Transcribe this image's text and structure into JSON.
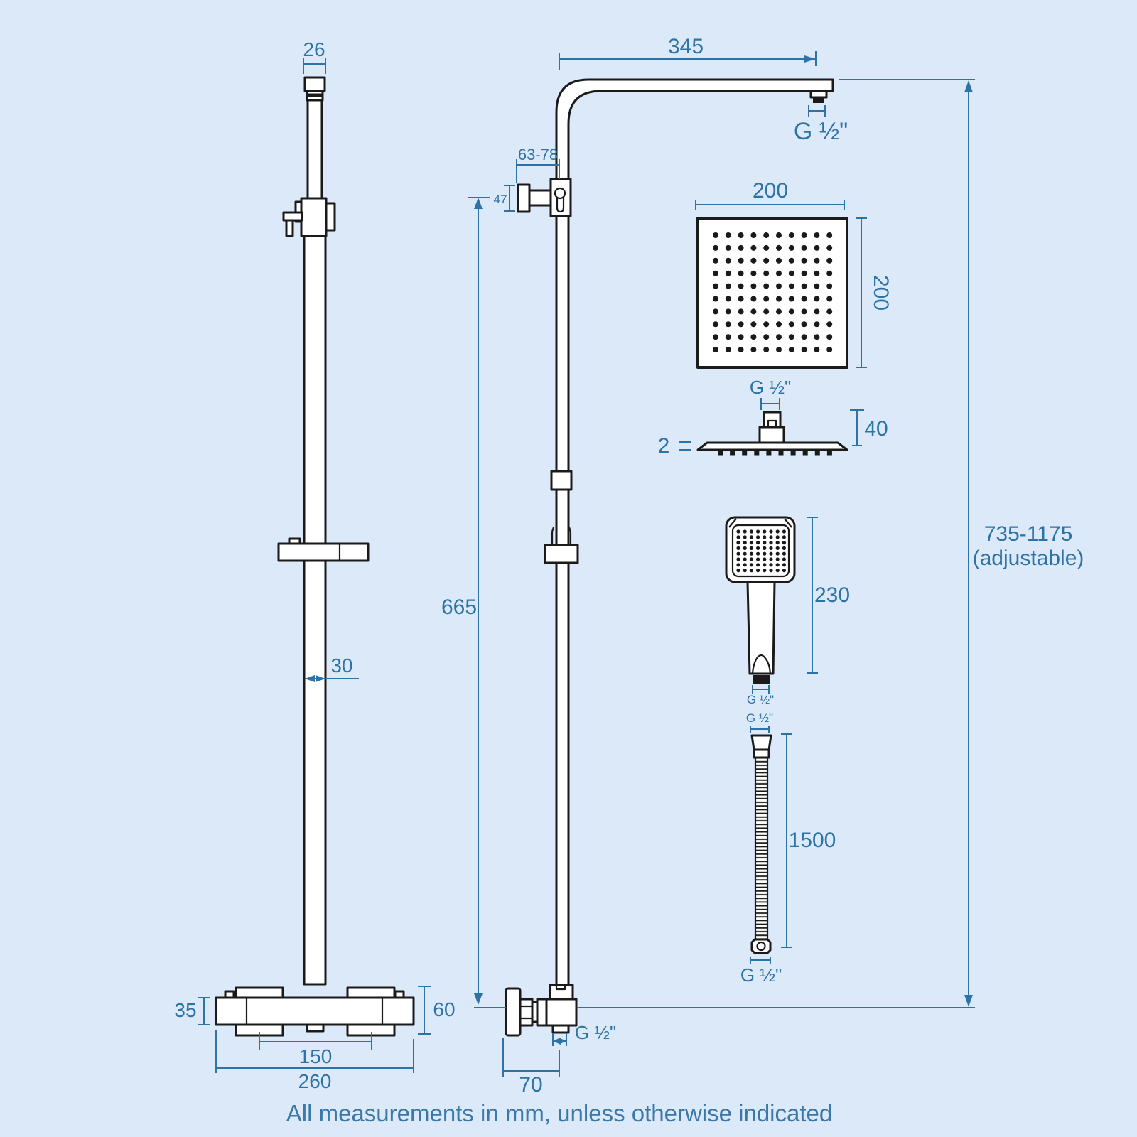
{
  "colors": {
    "background": "#dce9f8",
    "line": "#1a1a1a",
    "dimension": "#2e73a6",
    "caption": "#3a78a9"
  },
  "caption": {
    "text": "All measurements in mm, unless otherwise indicated"
  },
  "slider_rail": {
    "top_width": "26",
    "rail_width": "30"
  },
  "column": {
    "arm_length": "345",
    "arm_thread": "G ½\"",
    "bracket_range": "63-78",
    "bracket_size": "47",
    "height": "665",
    "elbow_offset": "70",
    "elbow_thread": "G ½\""
  },
  "overhead_head": {
    "width": "200",
    "height": "200",
    "thread": "G ½\"",
    "depth": "40",
    "plate_thickness": "2"
  },
  "handset": {
    "length": "230",
    "thread": "G ½\""
  },
  "hose": {
    "top_thread": "G ½\"",
    "length": "1500",
    "bottom_thread": "G ½\""
  },
  "overall": {
    "height_range": "735-1175",
    "note": "(adjustable)"
  },
  "valve": {
    "body_height": "35",
    "total_height": "60",
    "handle_centres": "150",
    "width": "260"
  }
}
